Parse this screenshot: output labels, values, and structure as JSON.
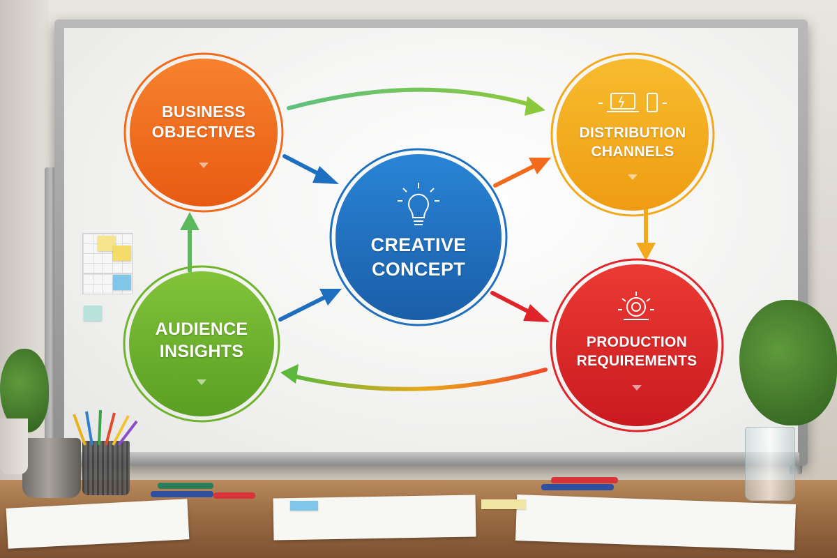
{
  "diagram": {
    "nodes": [
      {
        "id": "business",
        "lines": [
          "BUSINESS",
          "OBJECTIVES"
        ],
        "color": "#f26a1b",
        "icon": "none"
      },
      {
        "id": "distribution",
        "lines": [
          "DISTRIBUTION",
          "CHANNELS"
        ],
        "color": "#f2a91b",
        "icon": "laptop-phone-icon"
      },
      {
        "id": "creative",
        "lines": [
          "CREATIVE",
          "CONCEPT"
        ],
        "color": "#1f6fc1",
        "icon": "lightbulb-icon"
      },
      {
        "id": "audience",
        "lines": [
          "AUDIENCE",
          "INSIGHTS"
        ],
        "color": "#6fb42c",
        "icon": "none"
      },
      {
        "id": "production",
        "lines": [
          "PRODUCTION",
          "REQUIREMENTS"
        ],
        "color": "#e0252a",
        "icon": "camera-lens-icon"
      }
    ],
    "edges": [
      {
        "from": "business",
        "to": "distribution",
        "color": "#5cb85c"
      },
      {
        "from": "business",
        "to": "creative",
        "color": "#1f6fc1"
      },
      {
        "from": "audience",
        "to": "business",
        "color": "#5cb85c"
      },
      {
        "from": "audience",
        "to": "creative",
        "color": "#1f6fc1"
      },
      {
        "from": "creative",
        "to": "distribution",
        "color": "#f26a1b"
      },
      {
        "from": "creative",
        "to": "production",
        "color": "#e0252a"
      },
      {
        "from": "distribution",
        "to": "production",
        "color": "#f2a91b"
      },
      {
        "from": "production",
        "to": "audience",
        "color": "#e0252a"
      }
    ]
  }
}
